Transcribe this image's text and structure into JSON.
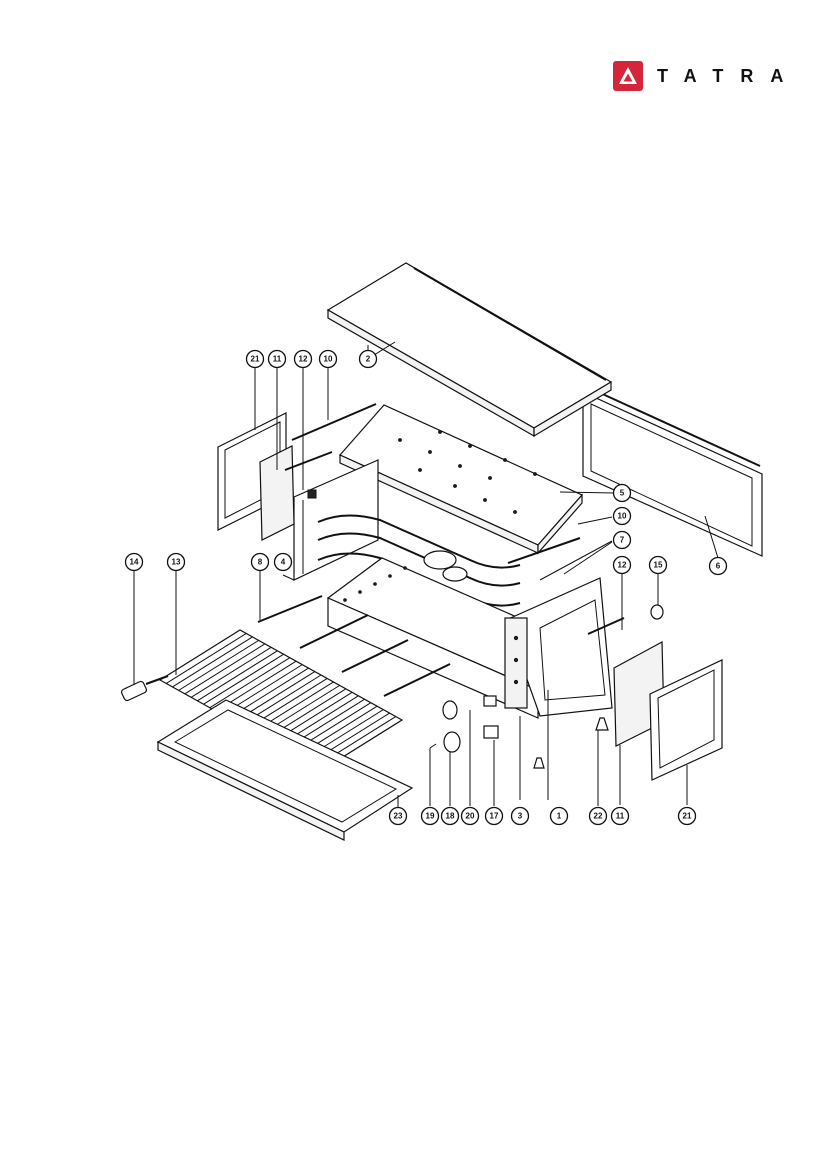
{
  "brand": {
    "name": "TATRA",
    "logo_color": "#d5253a"
  },
  "callouts": [
    {
      "id": "c2",
      "label": "2"
    },
    {
      "id": "c21a",
      "label": "21"
    },
    {
      "id": "c11a",
      "label": "11"
    },
    {
      "id": "c12a",
      "label": "12"
    },
    {
      "id": "c10a",
      "label": "10"
    },
    {
      "id": "c5",
      "label": "5"
    },
    {
      "id": "c10b",
      "label": "10"
    },
    {
      "id": "c7",
      "label": "7"
    },
    {
      "id": "c12b",
      "label": "12"
    },
    {
      "id": "c15",
      "label": "15"
    },
    {
      "id": "c6",
      "label": "6"
    },
    {
      "id": "c14",
      "label": "14"
    },
    {
      "id": "c13",
      "label": "13"
    },
    {
      "id": "c8",
      "label": "8"
    },
    {
      "id": "c4",
      "label": "4"
    },
    {
      "id": "c23",
      "label": "23"
    },
    {
      "id": "c19",
      "label": "19"
    },
    {
      "id": "c18",
      "label": "18"
    },
    {
      "id": "c20",
      "label": "20"
    },
    {
      "id": "c17",
      "label": "17"
    },
    {
      "id": "c3",
      "label": "3"
    },
    {
      "id": "c1",
      "label": "1"
    },
    {
      "id": "c22",
      "label": "22"
    },
    {
      "id": "c11b",
      "label": "11"
    },
    {
      "id": "c21b",
      "label": "21"
    }
  ]
}
